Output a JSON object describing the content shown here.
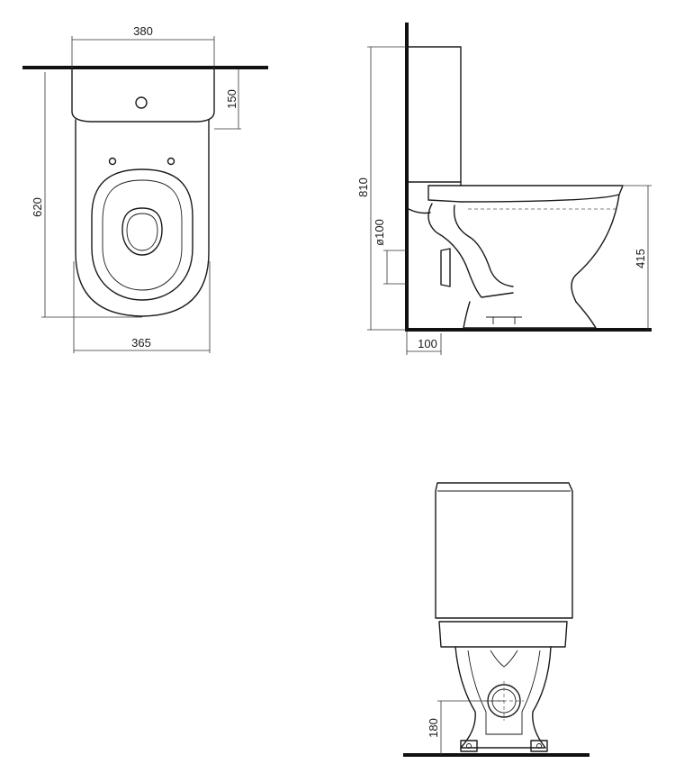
{
  "top_view": {
    "width_top": "380",
    "depth_tank": "150",
    "overall_length": "620",
    "width_bottom": "365"
  },
  "side_view": {
    "total_height": "810",
    "pipe_diameter": "ø100",
    "seat_height": "415",
    "wall_offset": "100"
  },
  "rear_view": {
    "outlet_height": "180"
  }
}
